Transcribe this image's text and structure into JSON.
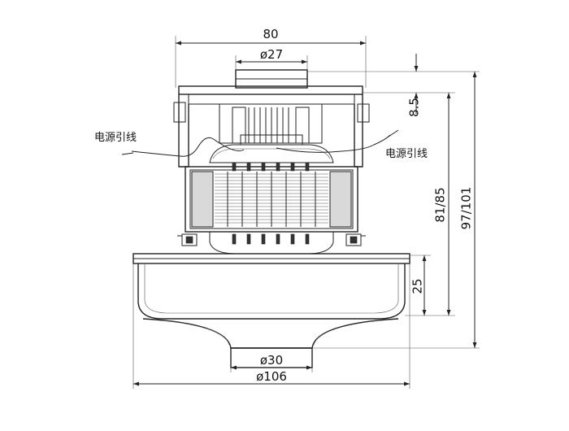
{
  "diagram": {
    "dimensions": {
      "overall_width": "80",
      "top_diameter": "ø27",
      "top_offset": "8.5",
      "body_height": "81/85",
      "total_height": "97/101",
      "fan_height": "25",
      "bottom_diameter": "ø30",
      "fan_diameter": "ø106"
    },
    "labels": {
      "lead_left": "电源引线",
      "lead_right": "电源引线"
    }
  }
}
